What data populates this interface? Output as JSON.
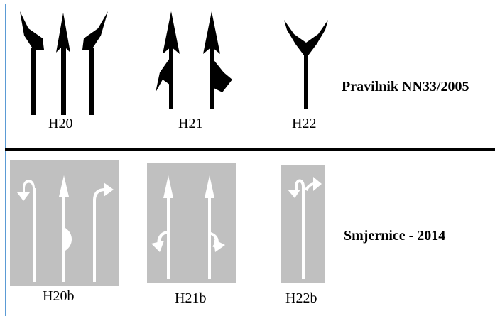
{
  "old_rule": {
    "label": "Pravilnik NN33/2005",
    "signs": [
      {
        "code": "H20"
      },
      {
        "code": "H21"
      },
      {
        "code": "H22"
      }
    ]
  },
  "new_rule": {
    "label": "Smjernice - 2014",
    "signs": [
      {
        "code": "H20b"
      },
      {
        "code": "H21b"
      },
      {
        "code": "H22b"
      }
    ]
  },
  "colors": {
    "old_marking": "#000000",
    "new_marking": "#ffffff",
    "new_background": "#c0c0c0",
    "frame_line": "#5b9bd5"
  }
}
